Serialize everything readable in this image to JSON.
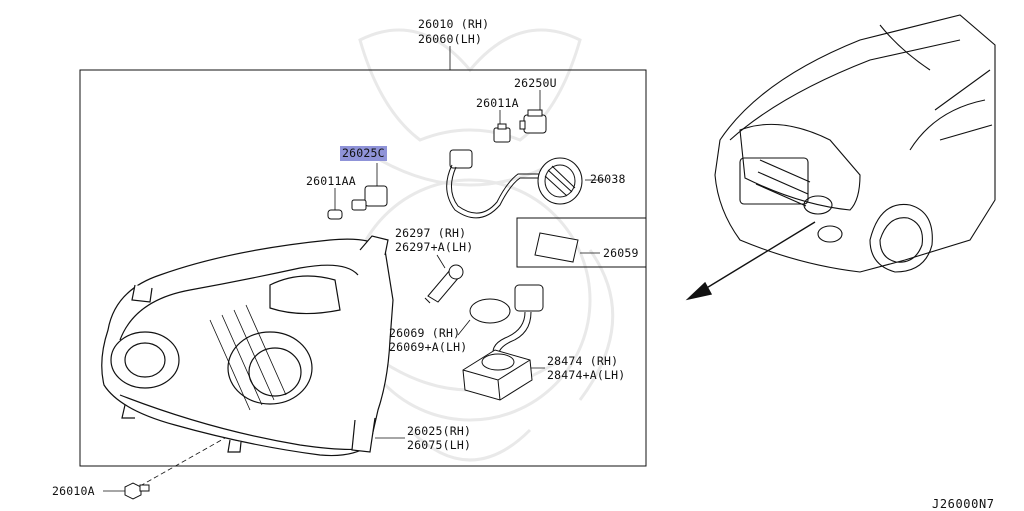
{
  "colors": {
    "line": "#111111",
    "highlight": "#8f93d8",
    "watermark": "#e9e9e9",
    "background": "#ffffff"
  },
  "labels": {
    "housing_rh": "26010 (RH)",
    "housing_lh": "26060(LH)",
    "socket": "26250U",
    "bulb_side": "26011A",
    "highlighted_part": "26025C",
    "bulb_small": "26011AA",
    "cap": "26038",
    "sticker": "26059",
    "xenon_rh": "26297 (RH)",
    "xenon_lh": "26297+A(LH)",
    "seal_rh": "26069 (RH)",
    "seal_lh": "26069+A(LH)",
    "ballast_rh": "28474 (RH)",
    "ballast_lh": "28474+A(LH)",
    "bracket_rh": "26025(RH)",
    "bracket_lh": "26075(LH)",
    "screw": "26010A",
    "diagram_id": "J26000N7"
  }
}
